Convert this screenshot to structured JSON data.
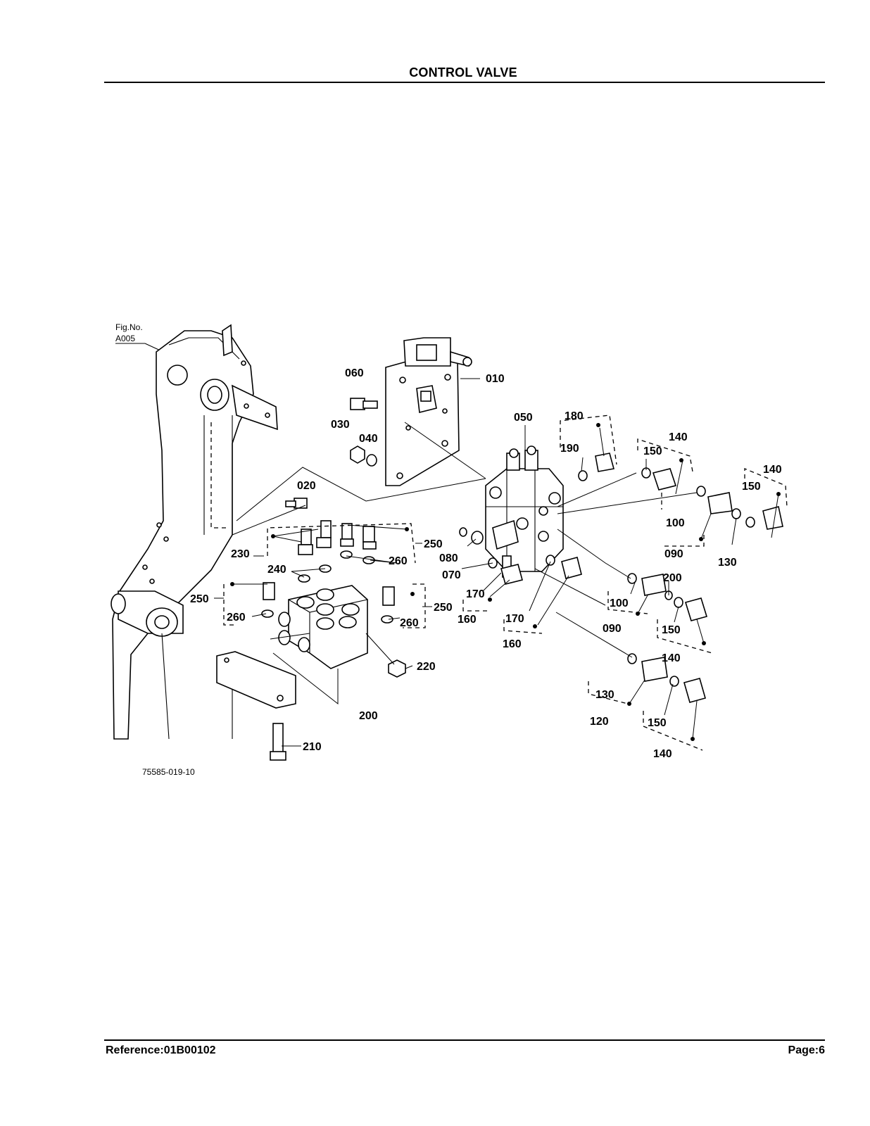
{
  "page": {
    "title": "CONTROL VALVE",
    "reference": "Reference:01B00102",
    "page_label": "Page:6"
  },
  "diagram": {
    "fig_ref_label": "Fig.No.",
    "fig_ref_value": "A005",
    "drawing_number": "75585-019-10",
    "callouts": {
      "c010": "010",
      "c020": "020",
      "c030": "030",
      "c040": "040",
      "c050": "050",
      "c060": "060",
      "c070": "070",
      "c080": "080",
      "c090a": "090",
      "c090b": "090",
      "c100a": "100",
      "c100b": "100",
      "c120": "120",
      "c130a": "130",
      "c130b": "130",
      "c140a": "140",
      "c140b": "140",
      "c140c": "140",
      "c140d": "140",
      "c150a": "150",
      "c150b": "150",
      "c150c": "150",
      "c150d": "150",
      "c160a": "160",
      "c160b": "160",
      "c170a": "170",
      "c170b": "170",
      "c180": "180",
      "c190": "190",
      "c200a": "200",
      "c200b": "200",
      "c210": "210",
      "c220": "220",
      "c230": "230",
      "c240": "240",
      "c250a": "250",
      "c250b": "250",
      "c250c": "250",
      "c260a": "260",
      "c260b": "260",
      "c260c": "260"
    }
  }
}
